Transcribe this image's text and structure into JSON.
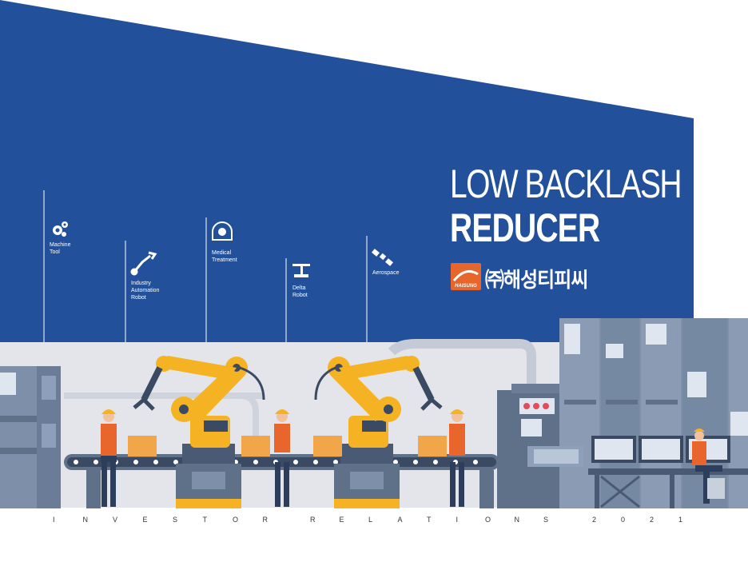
{
  "title": {
    "line1": "LOW BACKLASH",
    "line2": "REDUCER"
  },
  "company": {
    "logo_text": "HAISUNG",
    "name": "㈜해성티피씨"
  },
  "categories": [
    {
      "label_lines": [
        "Machine",
        "Tool"
      ],
      "icon": "gear-icon"
    },
    {
      "label_lines": [
        "Industry",
        "Automation",
        "Robot"
      ],
      "icon": "robot-arm-icon"
    },
    {
      "label_lines": [
        "Medical",
        "Treatment"
      ],
      "icon": "medical-scanner-icon"
    },
    {
      "label_lines": [
        "Delta",
        "Robot"
      ],
      "icon": "delta-robot-icon"
    },
    {
      "label_lines": [
        "Aerospace"
      ],
      "icon": "satellite-icon"
    }
  ],
  "footer": {
    "word1": [
      "I",
      "N",
      "V",
      "E",
      "S",
      "T",
      "O",
      "R"
    ],
    "word2": [
      "R",
      "E",
      "L",
      "A",
      "T",
      "I",
      "O",
      "N",
      "S"
    ],
    "year": [
      "2",
      "0",
      "2",
      "1"
    ]
  },
  "colors": {
    "primary_blue": "#22509a",
    "orange": "#e8652b",
    "yellow": "#f5b324",
    "gray_machine": "#7d8fa9"
  }
}
